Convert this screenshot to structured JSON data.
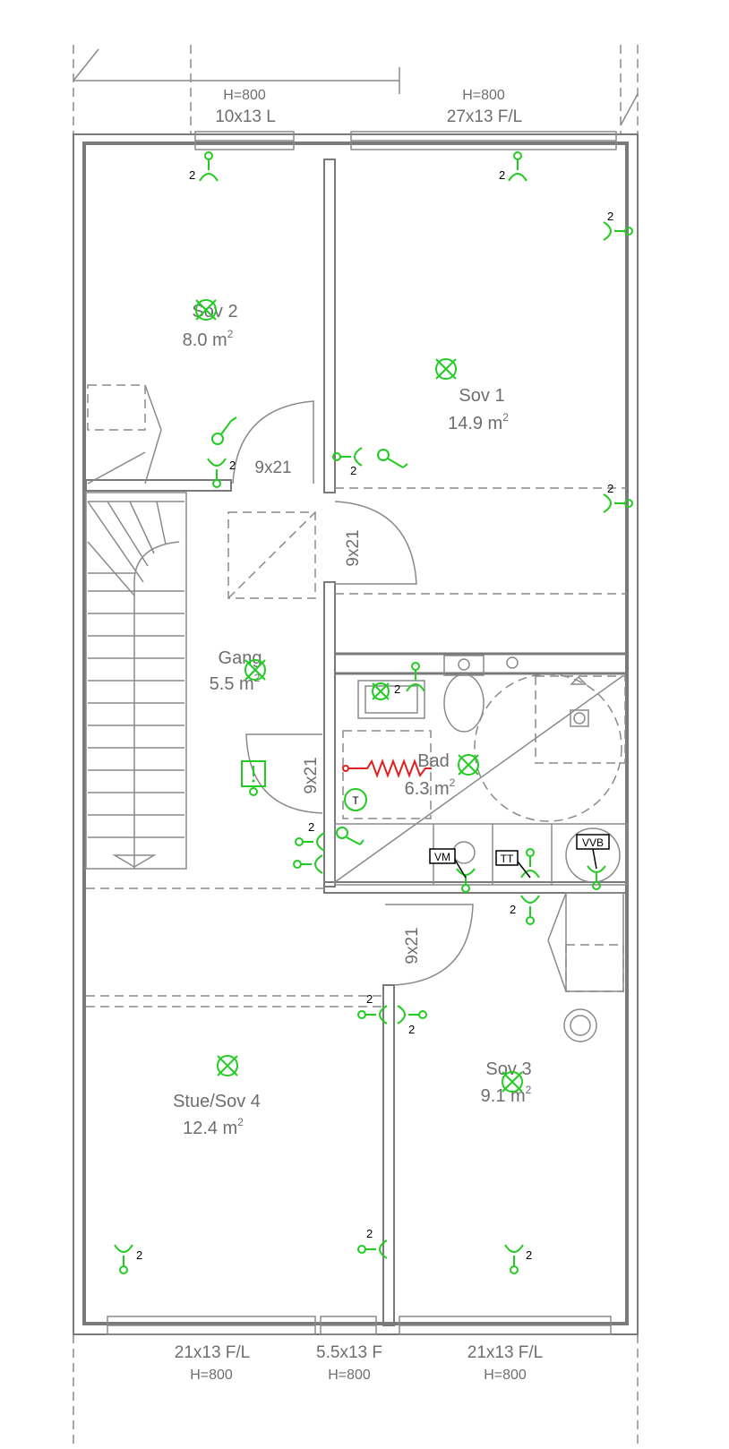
{
  "rooms": {
    "sov2": {
      "name": "Sov 2",
      "area": "8.0 m",
      "sup": "2"
    },
    "sov1": {
      "name": "Sov 1",
      "area": "14.9 m",
      "sup": "2"
    },
    "gang": {
      "name": "Gang",
      "area": "5.5 m",
      "sup": "2"
    },
    "bad": {
      "name": "Bad",
      "area": "6.3 m",
      "sup": "2"
    },
    "sov3": {
      "name": "Sov 3",
      "area": "9.1 m",
      "sup": "2"
    },
    "stue": {
      "name": "Stue/Sov 4",
      "area": "12.4 m",
      "sup": "2"
    }
  },
  "windows": {
    "top_left": {
      "size": "10x13 L",
      "height": "H=800"
    },
    "top_right": {
      "size": "27x13 F/L",
      "height": "H=800"
    },
    "bottom_left": {
      "size": "21x13 F/L",
      "height": "H=800"
    },
    "bottom_mid": {
      "size": "5.5x13 F",
      "height": "H=800"
    },
    "bottom_right": {
      "size": "21x13 F/L",
      "height": "H=800"
    }
  },
  "doors": {
    "sov2": "9x21",
    "sov1": "9x21",
    "bad": "9x21",
    "sov3": "9x21"
  },
  "socket_count_label": "2",
  "equipment": {
    "vm": "VM",
    "tt": "TT",
    "vvb": "VVB",
    "thermostat": "T"
  },
  "colors": {
    "walls": "#7a7a7a",
    "electrical": "#22cc22",
    "heating": "#e02020",
    "text": "#6e6e6e"
  }
}
